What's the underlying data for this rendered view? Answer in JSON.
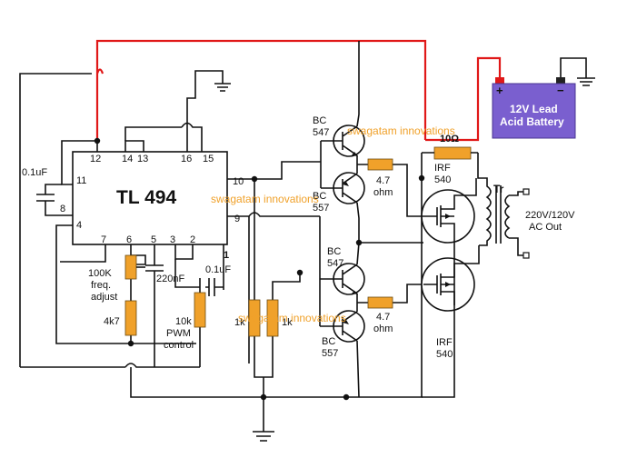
{
  "ic": {
    "name": "TL 494",
    "pins": {
      "p1": "1",
      "p2": "2",
      "p3": "3",
      "p4": "4",
      "p5": "5",
      "p6": "6",
      "p7": "7",
      "p8": "8",
      "p9": "9",
      "p10": "10",
      "p11": "11",
      "p12": "12",
      "p13": "13",
      "p14": "14",
      "p15": "15",
      "p16": "16"
    }
  },
  "labels": {
    "cap_timing": "0.1uF",
    "cap_220n": "220nF",
    "cap_01u_pwm": "0.1uF",
    "pot_freq": [
      "100K",
      "freq.",
      "adjust"
    ],
    "res_4k7": "4k7",
    "pot_pwm": [
      "10k",
      "PWM",
      "control"
    ],
    "res_1k_a": "1k",
    "res_1k_b": "1k",
    "q_bc547_top": [
      "BC",
      "547"
    ],
    "q_bc557_top": [
      "BC",
      "557"
    ],
    "q_bc547_bot": [
      "BC",
      "547"
    ],
    "q_bc557_bot": [
      "BC",
      "557"
    ],
    "res_47_top": [
      "4.7",
      "ohm"
    ],
    "res_47_bot": [
      "4.7",
      "ohm"
    ],
    "res_10": "10Ω",
    "mosfet_top": [
      "IRF",
      "540"
    ],
    "mosfet_bot": [
      "IRF",
      "540"
    ],
    "transformer": "Tr",
    "output": [
      "220V/120V",
      "AC Out"
    ],
    "battery": [
      "12V Lead",
      "Acid Battery"
    ],
    "battery_plus": "+",
    "battery_minus": "−"
  },
  "watermarks": [
    "swagatam innovations",
    "swagatam innovations",
    "swagatam innovations"
  ],
  "colors": {
    "wire": "#111111",
    "supply_wire": "#e01818",
    "resistor": "#f0a12a",
    "battery": "#7a5fcf",
    "battery_terminal": "#e01818"
  }
}
